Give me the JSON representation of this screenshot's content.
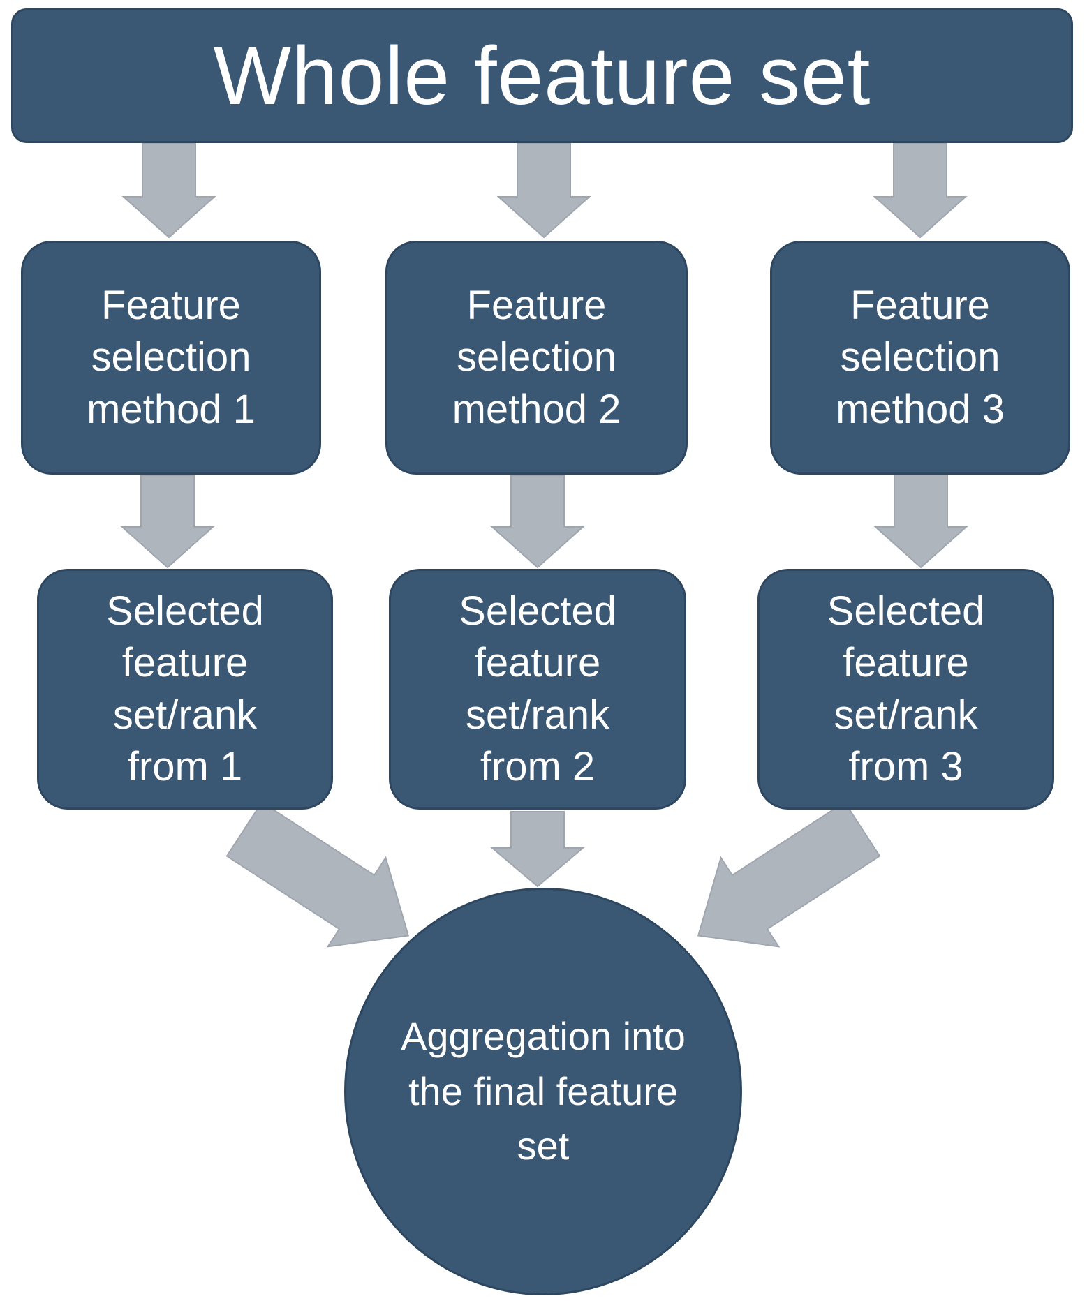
{
  "colors": {
    "node_fill": "#3A5774",
    "node_border": "#2E4760",
    "arrow_fill": "#AFB5BD",
    "arrow_stroke": "#9FA6B0",
    "text": "#FFFFFF",
    "background": "#FFFFFF"
  },
  "diagram": {
    "title": "Whole feature set",
    "method_boxes": [
      {
        "label": "Feature selection method 1"
      },
      {
        "label": "Feature selection method 2"
      },
      {
        "label": "Feature selection method 3"
      }
    ],
    "result_boxes": [
      {
        "label": "Selected feature set/rank from 1"
      },
      {
        "label": "Selected feature set/rank from 2"
      },
      {
        "label": "Selected feature set/rank from 3"
      }
    ],
    "aggregation": {
      "label": "Aggregation into the final feature set"
    }
  }
}
